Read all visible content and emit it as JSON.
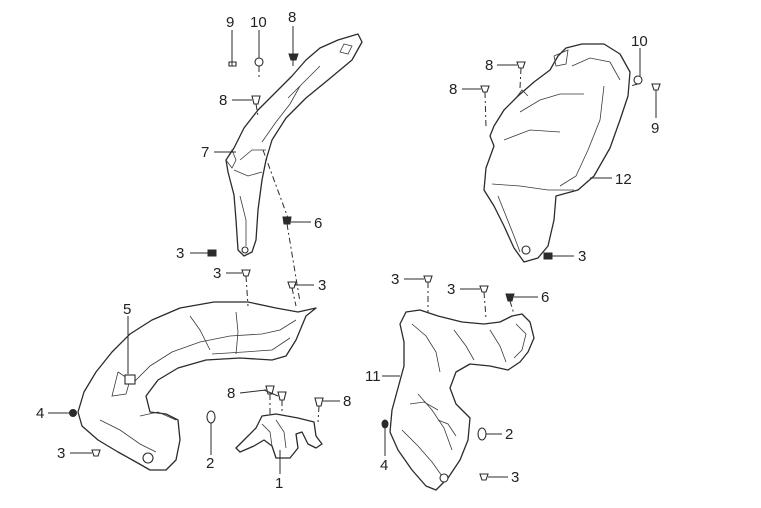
{
  "diagram": {
    "callouts": [
      {
        "id": "c-9-left",
        "text": "9"
      },
      {
        "id": "c-10-left",
        "text": "10"
      },
      {
        "id": "c-8-top-left",
        "text": "8"
      },
      {
        "id": "c-8-left-mid",
        "text": "8"
      },
      {
        "id": "c-7",
        "text": "7"
      },
      {
        "id": "c-6-left",
        "text": "6"
      },
      {
        "id": "c-3-left-a",
        "text": "3"
      },
      {
        "id": "c-3-left-b",
        "text": "3"
      },
      {
        "id": "c-3-left-c",
        "text": "3"
      },
      {
        "id": "c-5",
        "text": "5"
      },
      {
        "id": "c-4-left",
        "text": "4"
      },
      {
        "id": "c-3-left-d",
        "text": "3"
      },
      {
        "id": "c-2-left",
        "text": "2"
      },
      {
        "id": "c-8-center-a",
        "text": "8"
      },
      {
        "id": "c-8-center-b",
        "text": "8"
      },
      {
        "id": "c-1",
        "text": "1"
      },
      {
        "id": "c-8-right-a",
        "text": "8"
      },
      {
        "id": "c-8-right-b",
        "text": "8"
      },
      {
        "id": "c-10-right",
        "text": "10"
      },
      {
        "id": "c-9-right",
        "text": "9"
      },
      {
        "id": "c-12",
        "text": "12"
      },
      {
        "id": "c-3-right-a",
        "text": "3"
      },
      {
        "id": "c-3-right-b",
        "text": "3"
      },
      {
        "id": "c-3-right-c",
        "text": "3"
      },
      {
        "id": "c-6-right",
        "text": "6"
      },
      {
        "id": "c-11",
        "text": "11"
      },
      {
        "id": "c-2-right",
        "text": "2"
      },
      {
        "id": "c-4-right",
        "text": "4"
      },
      {
        "id": "c-3-right-d",
        "text": "3"
      }
    ]
  }
}
